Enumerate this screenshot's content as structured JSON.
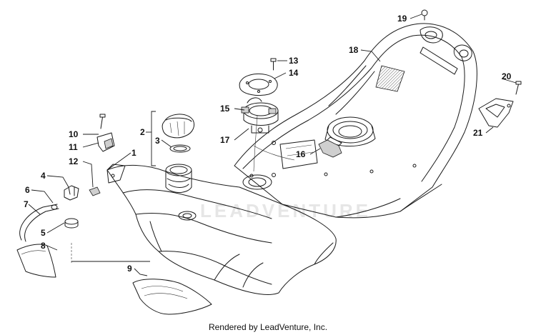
{
  "diagram": {
    "callouts": [
      "1",
      "2",
      "3",
      "4",
      "5",
      "6",
      "7",
      "8",
      "9",
      "10",
      "11",
      "12",
      "13",
      "14",
      "15",
      "16",
      "17",
      "18",
      "19",
      "20",
      "21"
    ],
    "watermark": "LEADVENTURE"
  },
  "footer": {
    "credit": "Rendered by LeadVenture, Inc."
  }
}
